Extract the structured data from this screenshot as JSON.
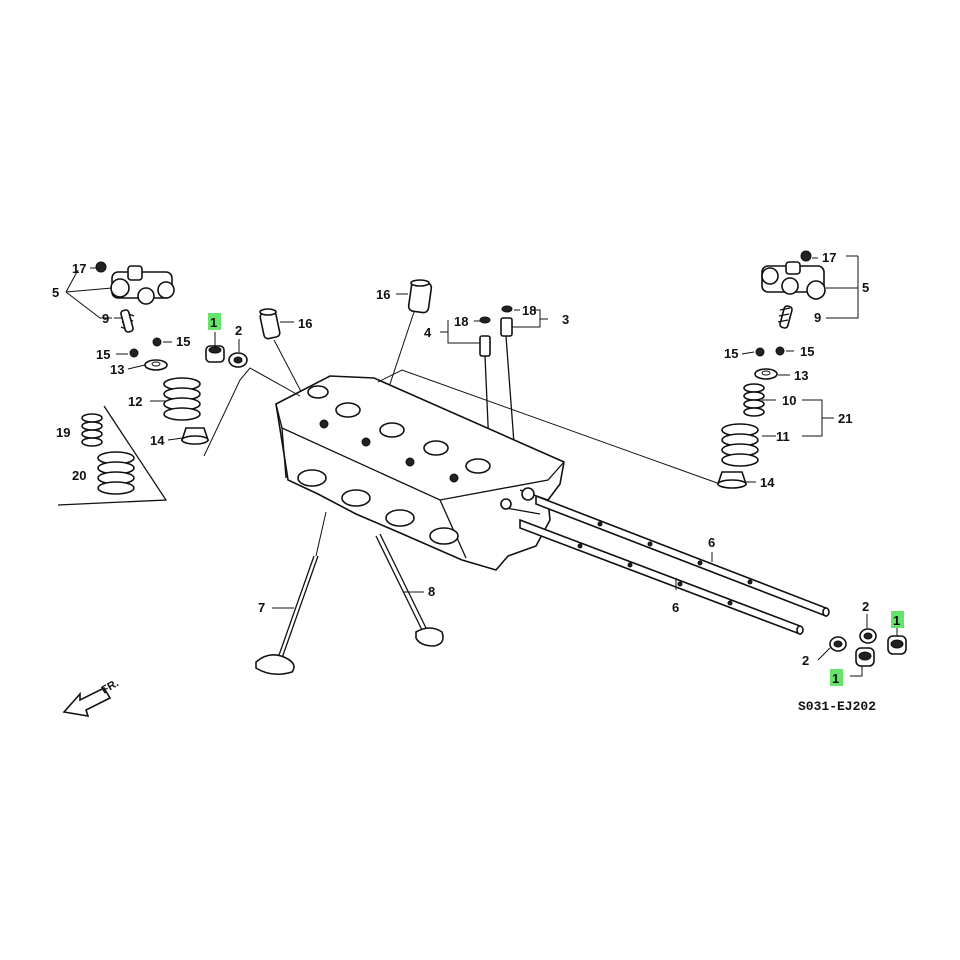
{
  "diagram_code": "S031-EJ202",
  "direction_label": "FR.",
  "highlight_color": "#66e36b",
  "callouts": {
    "c17_left": "17",
    "c5_left": "5",
    "c9_left": "9",
    "c15_left_a": "15",
    "c15_left_b": "15",
    "c13_left": "13",
    "c12_left": "12",
    "c14_left": "14",
    "c19": "19",
    "c20": "20",
    "c1_top": "1",
    "c2_top": "2",
    "c16_a": "16",
    "c16_b": "16",
    "c18_a": "18",
    "c18_b": "18",
    "c4": "4",
    "c3": "3",
    "c17_right": "17",
    "c5_right": "5",
    "c9_right": "9",
    "c15_right_a": "15",
    "c15_right_b": "15",
    "c13_right": "13",
    "c10": "10",
    "c21": "21",
    "c11": "11",
    "c14_right": "14",
    "c6_a": "6",
    "c6_b": "6",
    "c7": "7",
    "c8": "8",
    "c2_br_a": "2",
    "c2_br_b": "2",
    "c1_br_a": "1",
    "c1_br_b": "1"
  }
}
